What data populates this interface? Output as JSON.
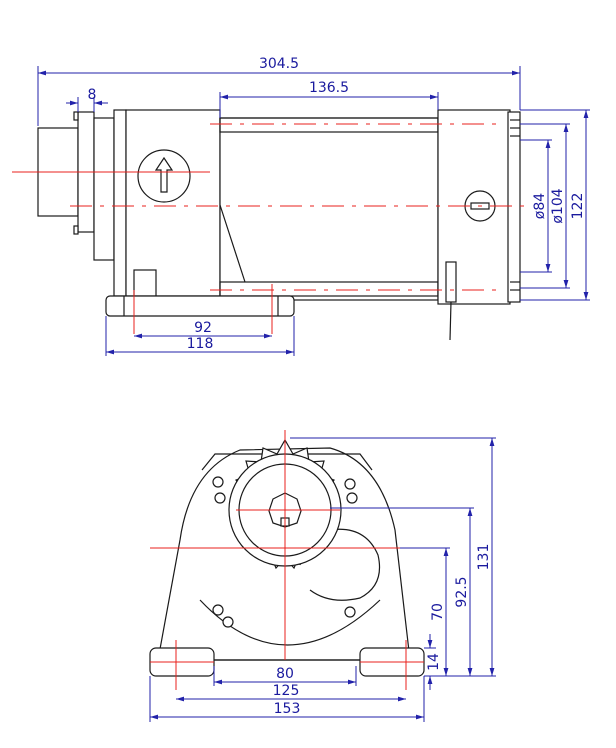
{
  "side_view": {
    "dims": {
      "overall_length": "304.5",
      "flange_thickness": "8",
      "motor_length": "136.5",
      "mount_hole_spacing": "92",
      "base_length": "118",
      "dia_inner": "ø84",
      "dia_outer": "ø104",
      "height": "122"
    }
  },
  "front_view": {
    "dims": {
      "height_total": "131",
      "height_drum": "92.5",
      "height_axis": "70",
      "foot_thickness": "14",
      "foot_inner": "80",
      "hole_spacing": "125",
      "base_width": "153"
    }
  },
  "colors": {
    "outline": "#1a1a1a",
    "dimension": "#1a1a9e",
    "centerline": "#e8201c"
  },
  "icons": [
    "up-arrow-icon",
    "key-switch-icon",
    "gear-icon"
  ]
}
